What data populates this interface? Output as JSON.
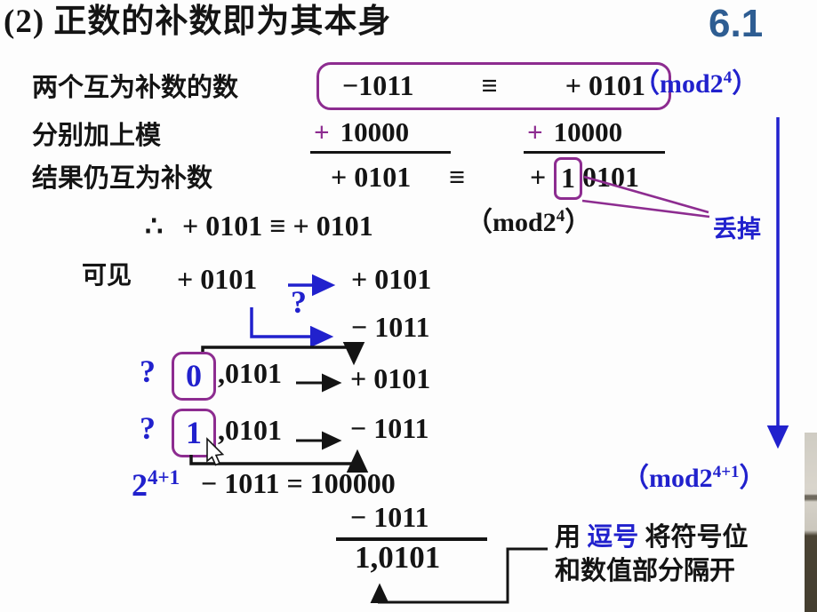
{
  "title": "(2) 正数的补数即为其本身",
  "slide_number": "6.1",
  "colors": {
    "purple": "#8d2c90",
    "blue": "#2121cd",
    "steel_blue": "#2e5d92",
    "ink": "#141414"
  },
  "labels": {
    "line1": "两个互为补数的数",
    "line2": "分别加上模",
    "line3": "结果仍互为补数",
    "visible": "可见",
    "discard": "丢掉"
  },
  "formulas": {
    "boxed": {
      "left": "−1011",
      "equiv": "≡",
      "right": "+ 0101"
    },
    "mod4": {
      "open": "（",
      "base": "mod2",
      "exp": "4",
      "close": "）"
    },
    "mod4b": {
      "open": "（",
      "base": "mod2",
      "exp": "4",
      "close": "）"
    },
    "mod41": {
      "open": "（",
      "base": "mod2",
      "exp": "4+1",
      "close": "）"
    },
    "sum_left": {
      "sign": "+",
      "value": "10000"
    },
    "sum_right": {
      "sign": "+",
      "value": "10000"
    },
    "result": {
      "left": "+ 0101",
      "equiv": "≡",
      "sign": "+",
      "boxed_digit": "1",
      "rest": "0101"
    },
    "therefore": {
      "symbol": "∴",
      "body": "+ 0101 ≡ + 0101"
    },
    "visible": {
      "from": "+ 0101",
      "to": "+ 0101",
      "question": "?",
      "neg": "− 1011"
    },
    "q0": {
      "question": "?",
      "sign_bit": "0",
      "rest": ",0101",
      "result": "+ 0101"
    },
    "q1": {
      "question": "?",
      "sign_bit": "1",
      "rest": ",0101",
      "result": "− 1011"
    },
    "power": {
      "base": "2",
      "exp": "4+1",
      "body": "− 1011 = 100000"
    },
    "subtrahend": "− 1011",
    "final": "1,0101"
  },
  "note": {
    "pre": "用 ",
    "comma_word": "逗号",
    "post": " 将符号位",
    "line2": "和数值部分隔开"
  }
}
